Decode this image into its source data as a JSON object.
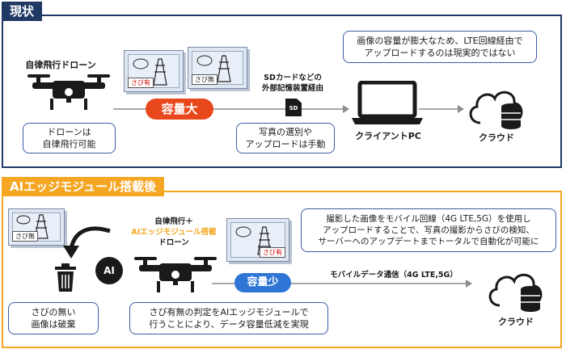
{
  "header_top": "現状",
  "header_bottom": "AIエッジモジュール搭載後",
  "top": {
    "drone_label": "自律飛行ドローン",
    "drone_note": "ドローンは\n自律飛行可能",
    "photo_rust": "さび有",
    "photo_norust": "さび無",
    "big_capacity": "容量大",
    "sd_label": "SDカードなどの\n外部記憶装置経由",
    "sd_chip": "SD",
    "manual_note": "写真の選別や\nアップロードは手動",
    "pc_label": "クライアントPC",
    "cloud_label": "クラウド",
    "lte_note": "画像の容量が膨大なため、LTE回線経由で\nアップロードするのは現実的ではない"
  },
  "bottom": {
    "photo_norust": "さび無",
    "photo_rust": "さび有",
    "drone_label_1": "自律飛行＋",
    "drone_label_2": "AIエッジモジュール搭載",
    "drone_label_3": "ドローン",
    "ai_badge": "AI",
    "discard_note": "さびの無い\n画像は破棄",
    "judge_note": "さび有無の判定をAIエッジモジュールで\n行うことにより、データ容量低減を実現",
    "small_capacity": "容量少",
    "mobile_label": "モバイルデータ通信（4G LTE,5G）",
    "cloud_label": "クラウド",
    "auto_note": "撮影した画像をモバイル回線（4G LTE,5G）を使用し\nアップロードすることで、写真の撮影からさびの検知、\nサーバーへのアップデートまでトータルで自動化が可能に"
  },
  "colors": {
    "navy": "#1f3864",
    "orange": "#f5a623",
    "red": "#e8481c",
    "blue": "#2e75d6",
    "box_border": "#3b5ba5",
    "rust_text": "#d00000"
  },
  "icons": [
    "drone-icon",
    "transmission-tower-icon",
    "sd-card-icon",
    "laptop-icon",
    "cloud-database-icon",
    "trash-icon",
    "ai-head-icon",
    "curved-arrow-icon"
  ]
}
